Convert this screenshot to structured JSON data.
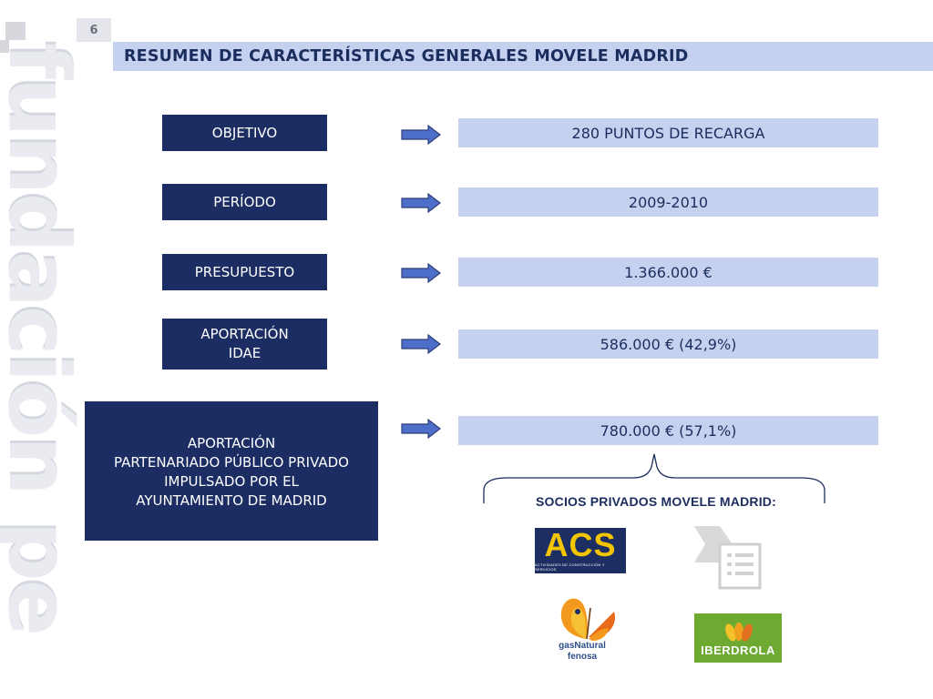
{
  "watermark": {
    "text": "fundación pe"
  },
  "page_number": "6",
  "title": "RESUMEN DE CARACTERÍSTICAS GENERALES MOVELE MADRID",
  "rows": [
    {
      "label": "OBJETIVO",
      "value": "280 PUNTOS DE RECARGA"
    },
    {
      "label": "PERÍODO",
      "value": "2009-2010"
    },
    {
      "label": "PRESUPUESTO",
      "value": "1.366.000 €"
    },
    {
      "label": "APORTACIÓN\nIDAE",
      "value": "586.000 € (42,9%)"
    },
    {
      "label": "APORTACIÓN\nPARTENARIADO PÚBLICO PRIVADO\nIMPULSADO POR EL\nAYUNTAMIENTO DE MADRID",
      "value": "780.000 € (57,1%)"
    }
  ],
  "partners": {
    "title": "SOCIOS PRIVADOS MOVELE MADRID:",
    "acs": {
      "name": "ACS",
      "subtitle": "ACTIVIDADES DE CONSTRUCCIÓN Y SERVICIOS"
    },
    "gas": {
      "name": "gasNatural\nfenosa"
    },
    "iberdrola": {
      "name": "IBERDROLA"
    }
  },
  "colors": {
    "navy": "#1b2d63",
    "light_blue": "#c6d1ef",
    "arrow": "#4e6fc9",
    "iberdrola_green": "#6eaa32",
    "acs_yellow": "#f2c500"
  },
  "icons": [
    "right-arrow-icon",
    "curly-brace-icon",
    "butterfly-logo-icon",
    "document-logo-icon"
  ]
}
